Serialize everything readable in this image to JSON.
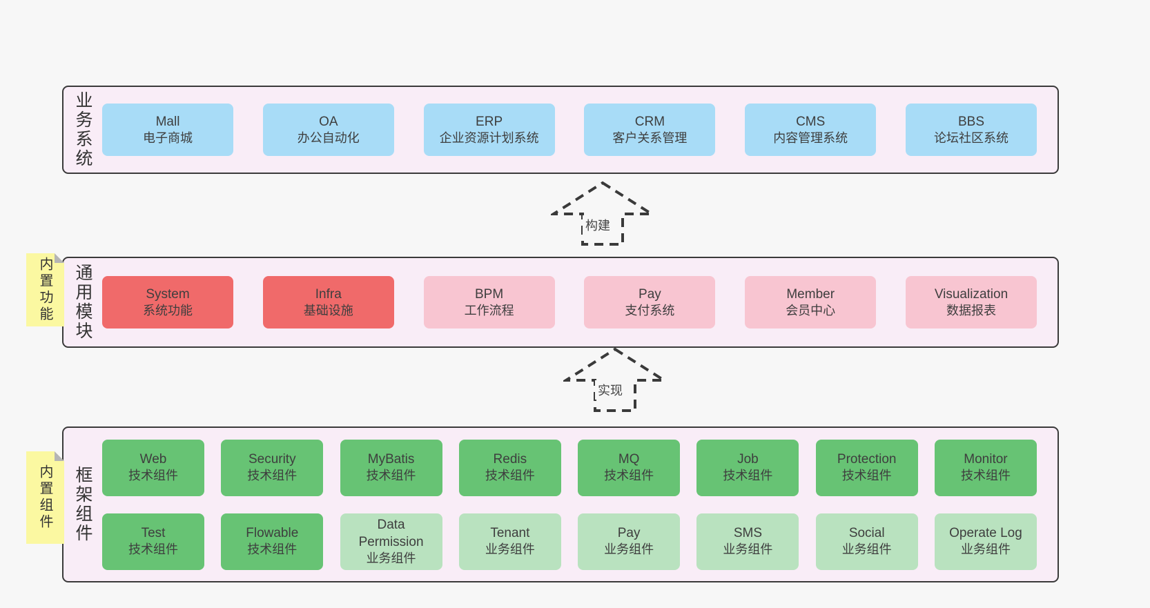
{
  "colors": {
    "background": "#f7f7f7",
    "band_background": "#f9edf7",
    "band_border": "#3a3a3a",
    "business_box_blue": "#a8dcf7",
    "core_box_red": "#f06a6a",
    "module_box_pink": "#f8c5d1",
    "tech_box_green": "#67c374",
    "biz_box_light_green": "#b9e2bf",
    "sticky_yellow": "#fbf8a1",
    "text": "#3e3e3e"
  },
  "arrows": [
    {
      "label": "构建"
    },
    {
      "label": "实现"
    }
  ],
  "bands": [
    {
      "label": "业务系统",
      "boxes": [
        {
          "name": "Mall",
          "desc": "电子商城"
        },
        {
          "name": "OA",
          "desc": "办公自动化"
        },
        {
          "name": "ERP",
          "desc": "企业资源计划系统"
        },
        {
          "name": "CRM",
          "desc": "客户关系管理"
        },
        {
          "name": "CMS",
          "desc": "内容管理系统"
        },
        {
          "name": "BBS",
          "desc": "论坛社区系统"
        }
      ]
    },
    {
      "label": "通用模块",
      "sticky": "内置功能",
      "boxes": [
        {
          "name": "System",
          "desc": "系统功能"
        },
        {
          "name": "Infra",
          "desc": "基础设施"
        },
        {
          "name": "BPM",
          "desc": "工作流程"
        },
        {
          "name": "Pay",
          "desc": "支付系统"
        },
        {
          "name": "Member",
          "desc": "会员中心"
        },
        {
          "name": "Visualization",
          "desc": "数据报表"
        }
      ]
    },
    {
      "label": "框架组件",
      "sticky": "内置组件",
      "rows": [
        [
          {
            "name": "Web",
            "desc": "技术组件"
          },
          {
            "name": "Security",
            "desc": "技术组件"
          },
          {
            "name": "MyBatis",
            "desc": "技术组件"
          },
          {
            "name": "Redis",
            "desc": "技术组件"
          },
          {
            "name": "MQ",
            "desc": "技术组件"
          },
          {
            "name": "Job",
            "desc": "技术组件"
          },
          {
            "name": "Protection",
            "desc": "技术组件"
          },
          {
            "name": "Monitor",
            "desc": "技术组件"
          }
        ],
        [
          {
            "name": "Test",
            "desc": "技术组件"
          },
          {
            "name": "Flowable",
            "desc": "技术组件"
          },
          {
            "name": "Data Permission",
            "desc": "业务组件"
          },
          {
            "name": "Tenant",
            "desc": "业务组件"
          },
          {
            "name": "Pay",
            "desc": "业务组件"
          },
          {
            "name": "SMS",
            "desc": "业务组件"
          },
          {
            "name": "Social",
            "desc": "业务组件"
          },
          {
            "name": "Operate Log",
            "desc": "业务组件"
          }
        ]
      ]
    }
  ]
}
